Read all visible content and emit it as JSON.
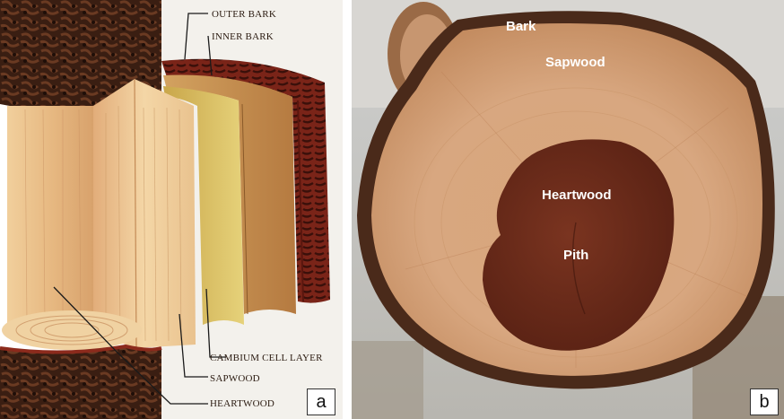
{
  "panel_a": {
    "labels": {
      "outer_bark": "OUTER BARK",
      "inner_bark": "INNER BARK",
      "cambium": "CAMBIUM CELL LAYER",
      "sapwood": "SAPWOOD",
      "heartwood": "HEARTWOOD"
    },
    "badge": "a"
  },
  "panel_b": {
    "labels": {
      "bark": "Bark",
      "sapwood": "Sapwood",
      "heartwood": "Heartwood",
      "pith": "Pith"
    },
    "badge": "b"
  },
  "colors": {
    "bark_dark": "#3a1e12",
    "bark_red": "#8c2a1c",
    "sapwood_tan": "#e8c79a",
    "cambium_yellow": "#d7c25a",
    "heartwood_brown": "#6b2a16"
  }
}
